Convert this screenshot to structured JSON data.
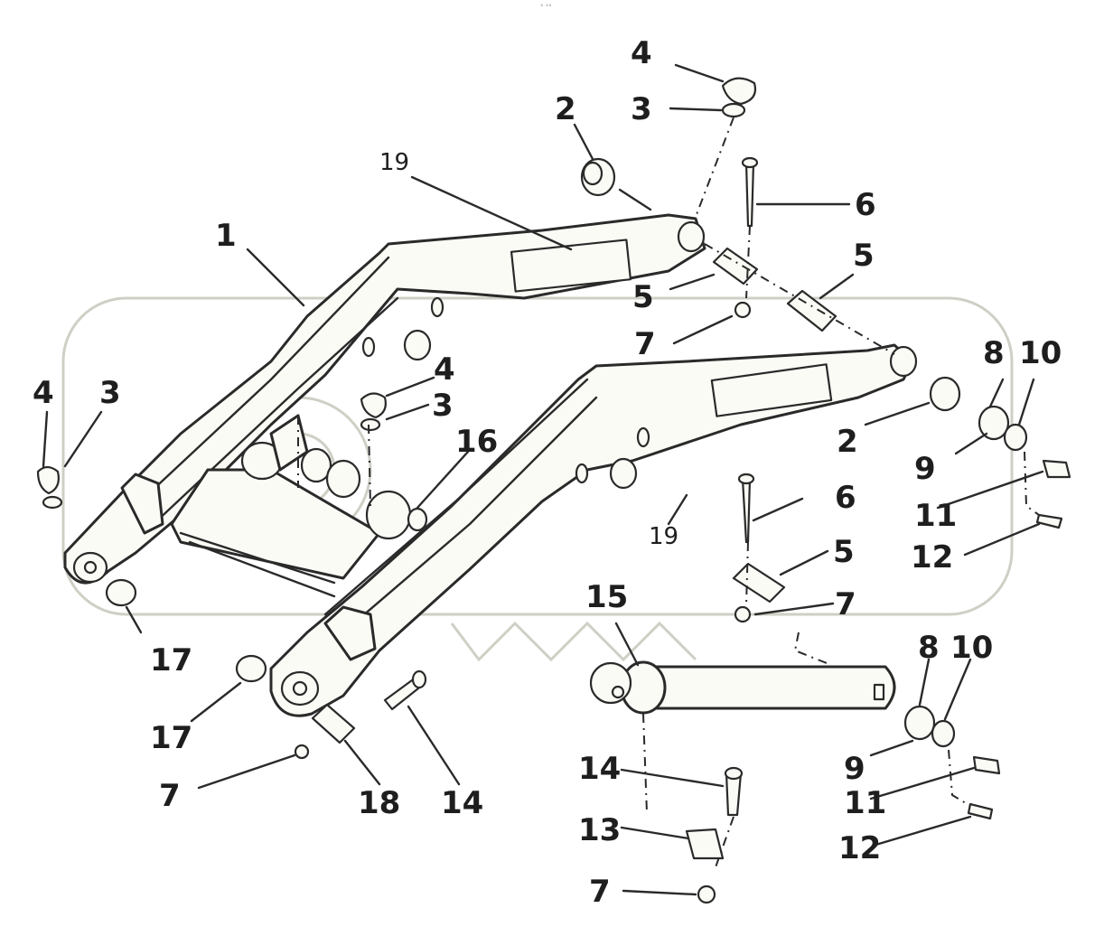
{
  "caption": "° °°",
  "callouts": {
    "c1": "1",
    "c2a": "2",
    "c2b": "2",
    "c3a": "3",
    "c3b": "3",
    "c3c": "3",
    "c4a": "4",
    "c4b": "4",
    "c4c": "4",
    "c5a": "5",
    "c5b": "5",
    "c5c": "5",
    "c6a": "6",
    "c6b": "6",
    "c7a": "7",
    "c7b": "7",
    "c7c": "7",
    "c7d": "7",
    "c8a": "8",
    "c8b": "8",
    "c9a": "9",
    "c9b": "9",
    "c10a": "10",
    "c10b": "10",
    "c11a": "11",
    "c11b": "11",
    "c12a": "12",
    "c12b": "12",
    "c13": "13",
    "c14a": "14",
    "c14b": "14",
    "c15": "15",
    "c16": "16",
    "c17a": "17",
    "c17b": "17",
    "c18": "18",
    "c19a": "19",
    "c19b": "19"
  }
}
